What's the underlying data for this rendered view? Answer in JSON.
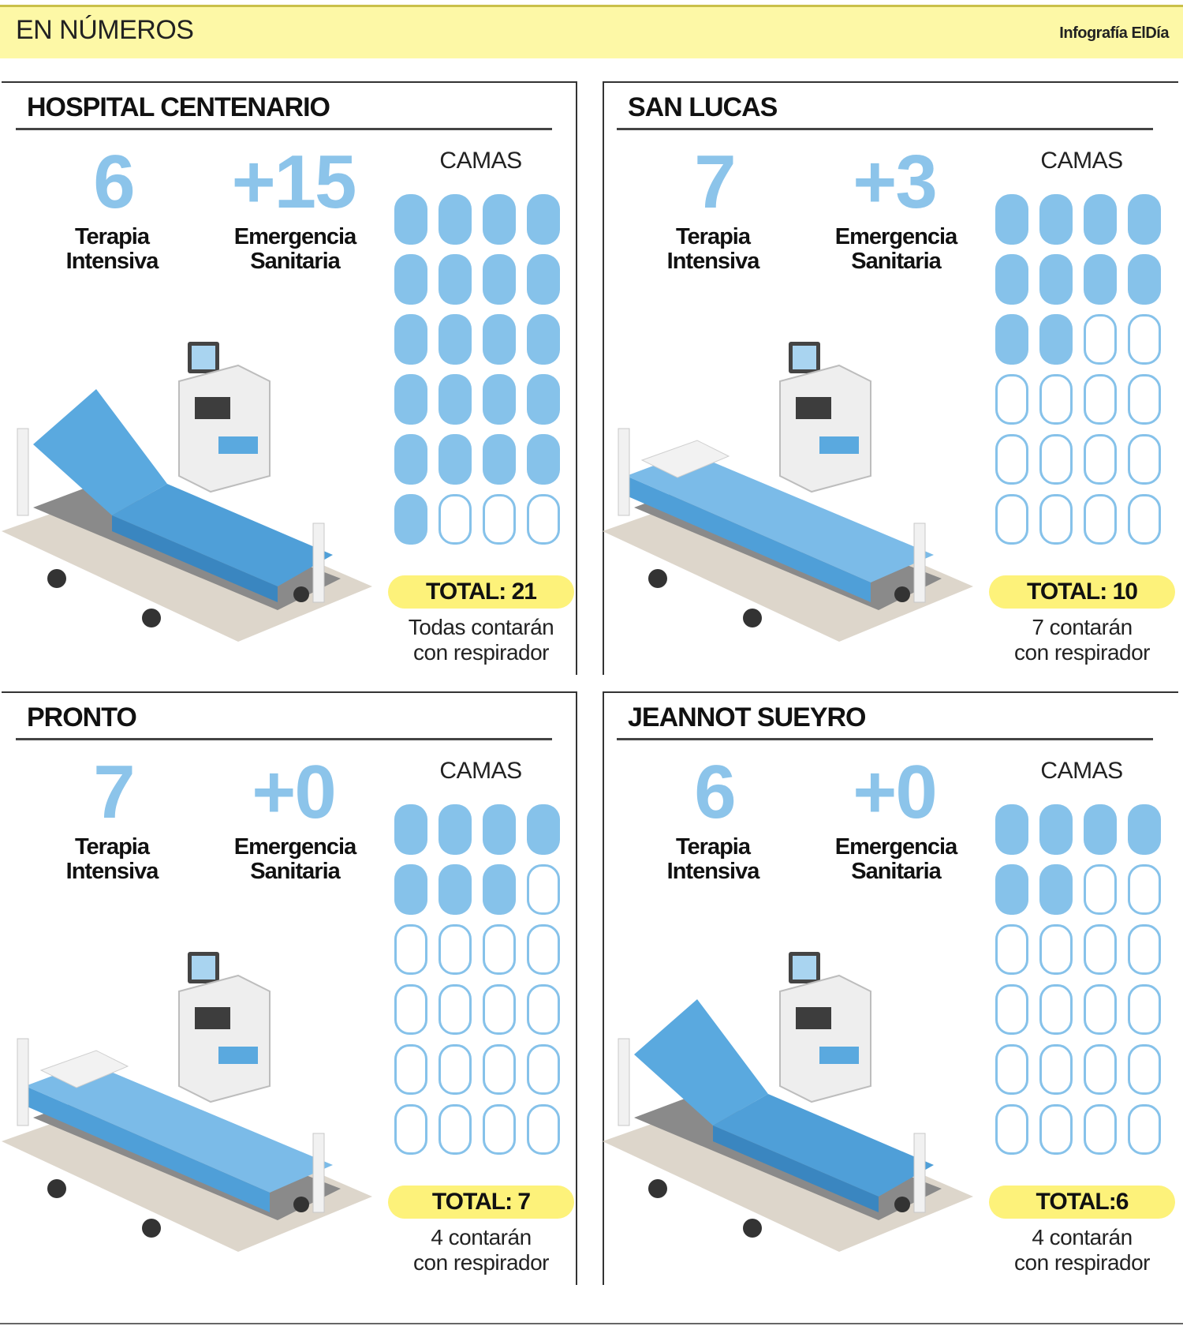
{
  "header": {
    "title": "EN NÚMEROS",
    "credit": "Infografía ElDía"
  },
  "colors": {
    "bed_filled": "#86c2ea",
    "accent_yellow": "#fdf8a6",
    "total_bg": "#fdf27a",
    "number_blue": "#8cc4ea"
  },
  "panels": [
    {
      "name": "HOSPITAL CENTENARIO",
      "icu_value": "6",
      "icu_label_1": "Terapia",
      "icu_label_2": "Intensiva",
      "emergency_value": "+15",
      "emergency_label_1": "Emergencia",
      "emergency_label_2": "Sanitaria",
      "camas_title": "CAMAS",
      "beds_total_slots": 24,
      "beds_filled": 21,
      "total": "TOTAL: 21",
      "note_1": "Todas contarán",
      "note_2": "con respirador",
      "illustration": "reclined-hospital-bed-with-ventilator"
    },
    {
      "name": "SAN LUCAS",
      "icu_value": "7",
      "icu_label_1": "Terapia",
      "icu_label_2": "Intensiva",
      "emergency_value": "+3",
      "emergency_label_1": "Emergencia",
      "emergency_label_2": "Sanitaria",
      "camas_title": "CAMAS",
      "beds_total_slots": 24,
      "beds_filled": 10,
      "total": "TOTAL: 10",
      "note_1": "7 contarán",
      "note_2": "con respirador",
      "illustration": "flat-hospital-bed-with-pillow-and-ventilator"
    },
    {
      "name": "PRONTO",
      "icu_value": "7",
      "icu_label_1": "Terapia",
      "icu_label_2": "Intensiva",
      "emergency_value": "+0",
      "emergency_label_1": "Emergencia",
      "emergency_label_2": "Sanitaria",
      "camas_title": "CAMAS",
      "beds_total_slots": 24,
      "beds_filled": 7,
      "total": "TOTAL: 7",
      "note_1": "4 contarán",
      "note_2": "con respirador",
      "illustration": "flat-hospital-bed-with-pillow-and-ventilator"
    },
    {
      "name": "JEANNOT SUEYRO",
      "icu_value": "6",
      "icu_label_1": "Terapia",
      "icu_label_2": "Intensiva",
      "emergency_value": "+0",
      "emergency_label_1": "Emergencia",
      "emergency_label_2": "Sanitaria",
      "camas_title": "CAMAS",
      "beds_total_slots": 24,
      "beds_filled": 6,
      "total": "TOTAL:6",
      "note_1": "4 contarán",
      "note_2": "con respirador",
      "illustration": "reclined-hospital-bed-with-ventilator"
    }
  ]
}
